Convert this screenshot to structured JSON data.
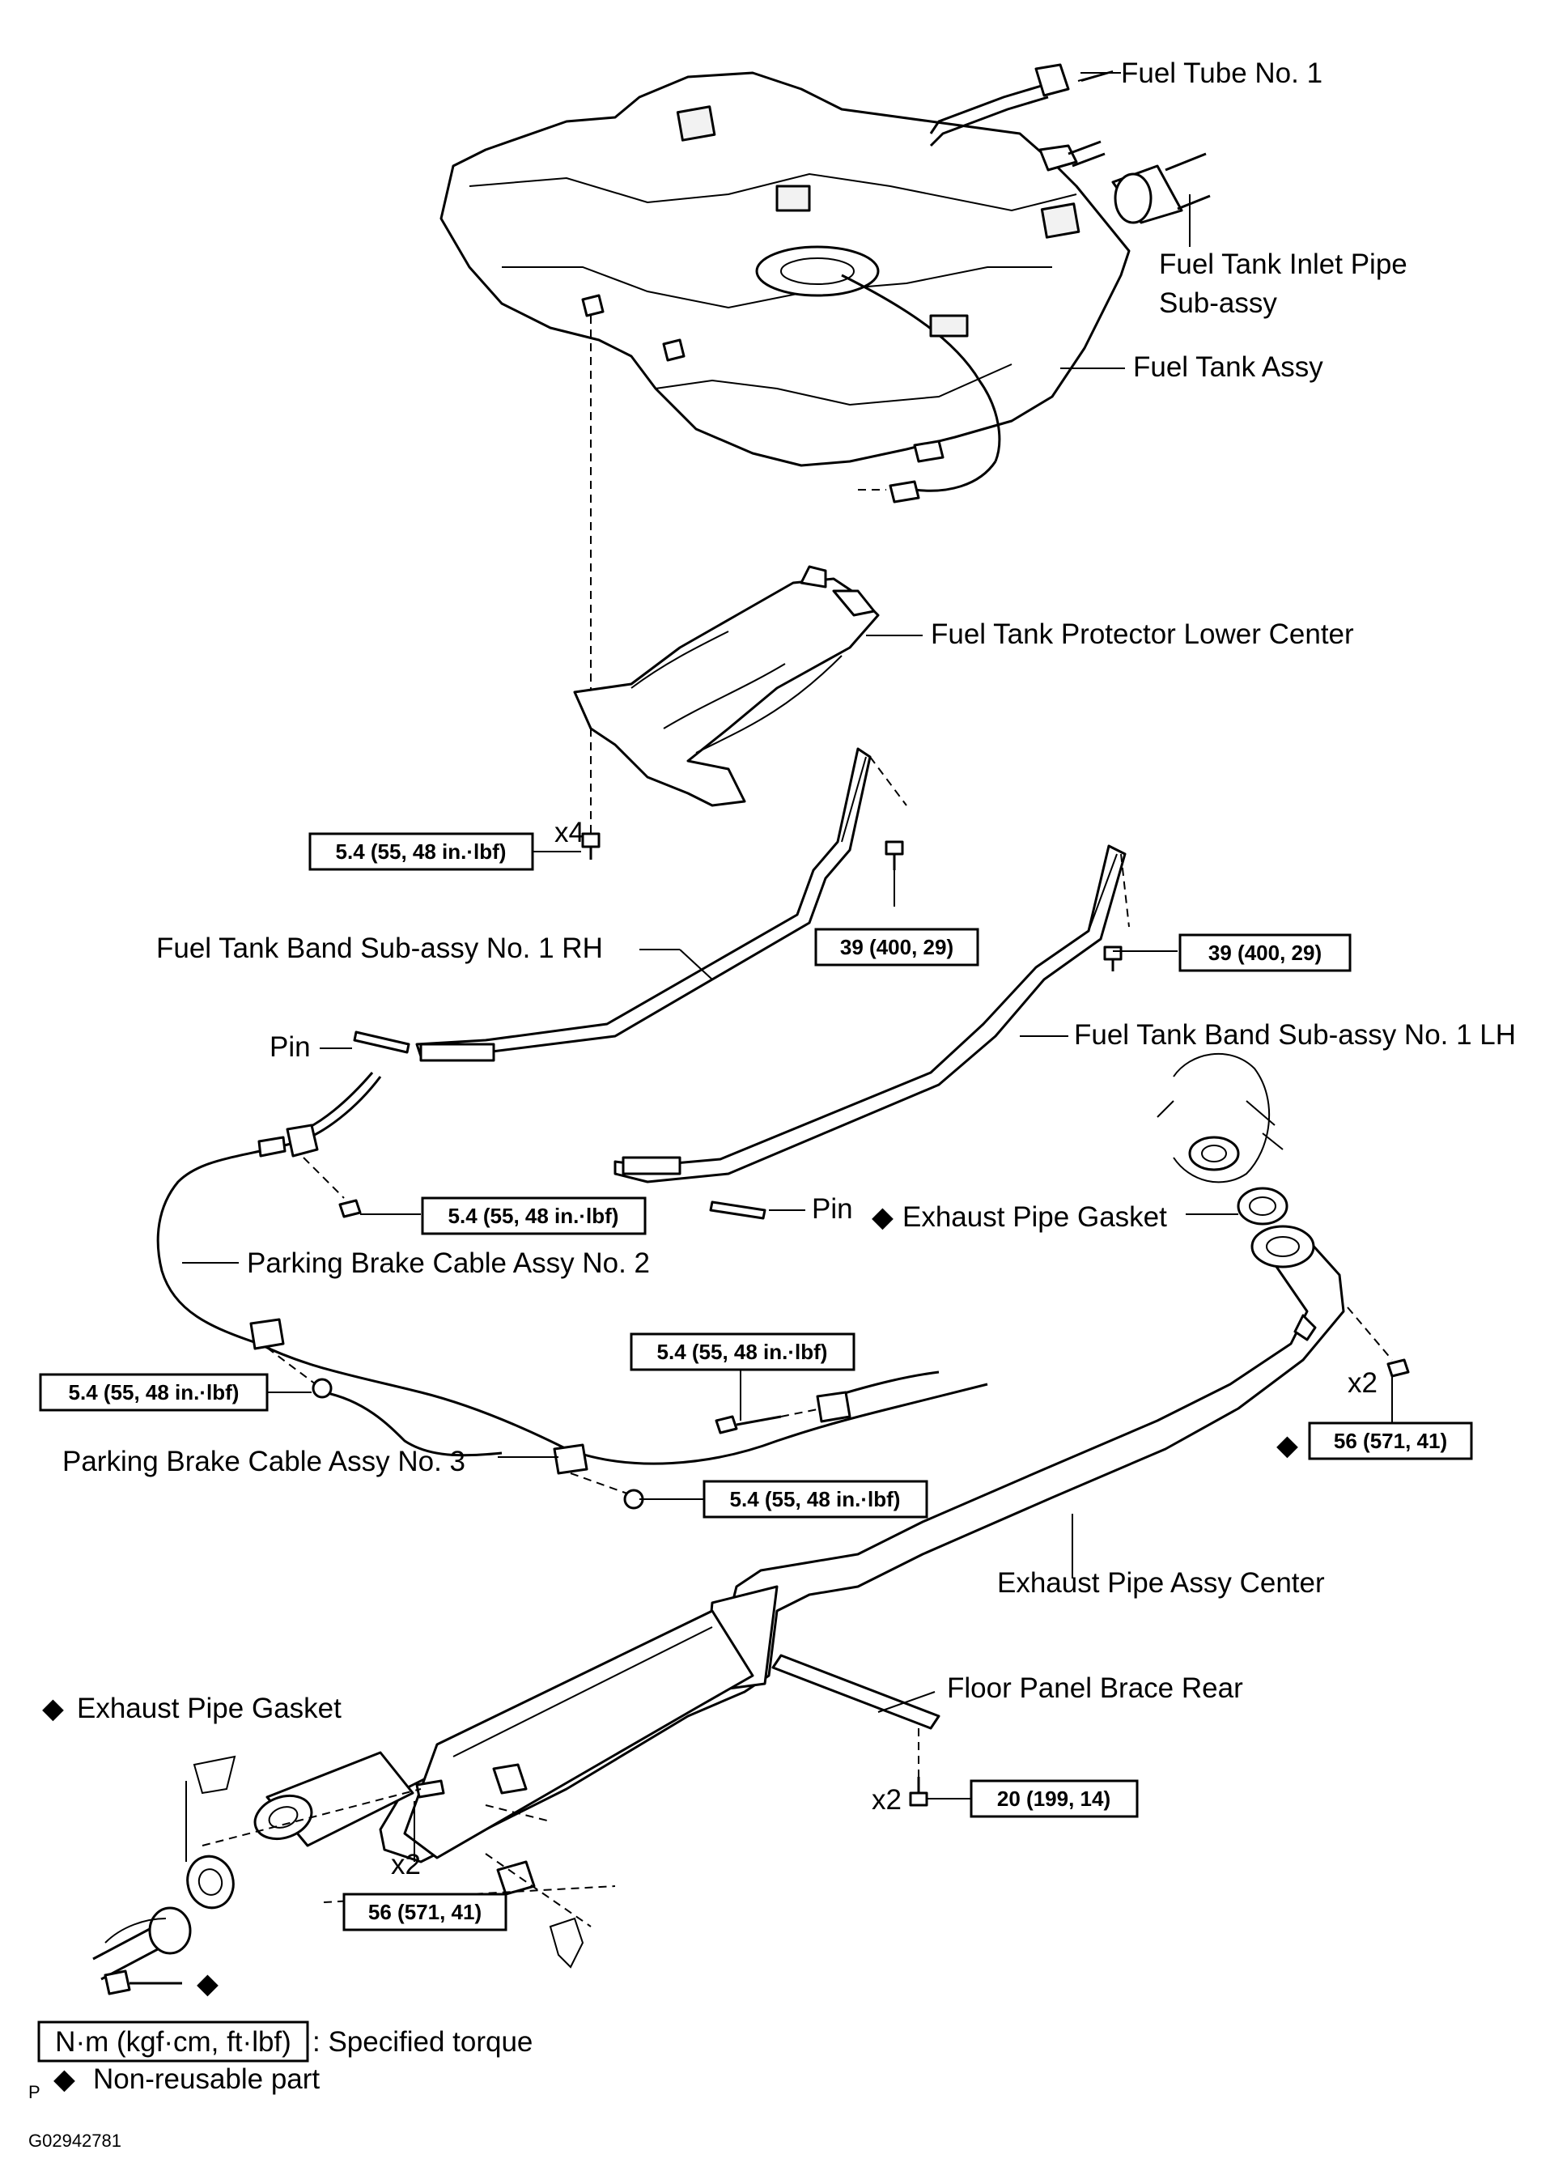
{
  "diagram_id": "G02942781",
  "page_marker": "P",
  "labels": {
    "fuel_tube_no1": "Fuel Tube No. 1",
    "inlet_pipe_line1": "Fuel Tank Inlet Pipe",
    "inlet_pipe_line2": "Sub-assy",
    "fuel_tank_assy": "Fuel Tank Assy",
    "protector": "Fuel Tank Protector Lower Center",
    "band_rh": "Fuel Tank Band Sub-assy No. 1 RH",
    "band_lh": "Fuel Tank Band Sub-assy No. 1 LH",
    "pin_rh": "Pin",
    "pin_lh": "Pin",
    "exhaust_gasket_front": "Exhaust Pipe Gasket",
    "parking_cable_no2": "Parking Brake Cable Assy No. 2",
    "parking_cable_no3": "Parking Brake Cable Assy No. 3",
    "exhaust_center": "Exhaust Pipe Assy Center",
    "floor_brace": "Floor Panel Brace Rear",
    "exhaust_gasket_rear": "Exhaust Pipe Gasket"
  },
  "torque_specs": {
    "protector_bolt": "5.4 (55, 48 in.·lbf)",
    "band_rh_bolt": "39 (400, 29)",
    "band_lh_bolt": "39 (400, 29)",
    "cable_no2_bolt": "5.4 (55, 48 in.·lbf)",
    "cable_left_nut": "5.4 (55, 48 in.·lbf)",
    "cable_right_bolt": "5.4 (55, 48 in.·lbf)",
    "cable_lower_nut": "5.4 (55, 48 in.·lbf)",
    "exhaust_front_nut": "56 (571, 41)",
    "brace_bolt": "20 (199, 14)",
    "exhaust_rear_bolt": "56 (571, 41)"
  },
  "quantities": {
    "protector_bolt": "x4",
    "exhaust_front_nut": "x2",
    "brace_bolt": "x2",
    "exhaust_rear_bolt": "x2"
  },
  "legend": {
    "torque_box": "N·m (kgf·cm, ft·lbf)",
    "torque_text": ": Specified torque",
    "non_reusable_text": "Non-reusable part"
  },
  "symbols": {
    "non_reusable": "◆"
  }
}
